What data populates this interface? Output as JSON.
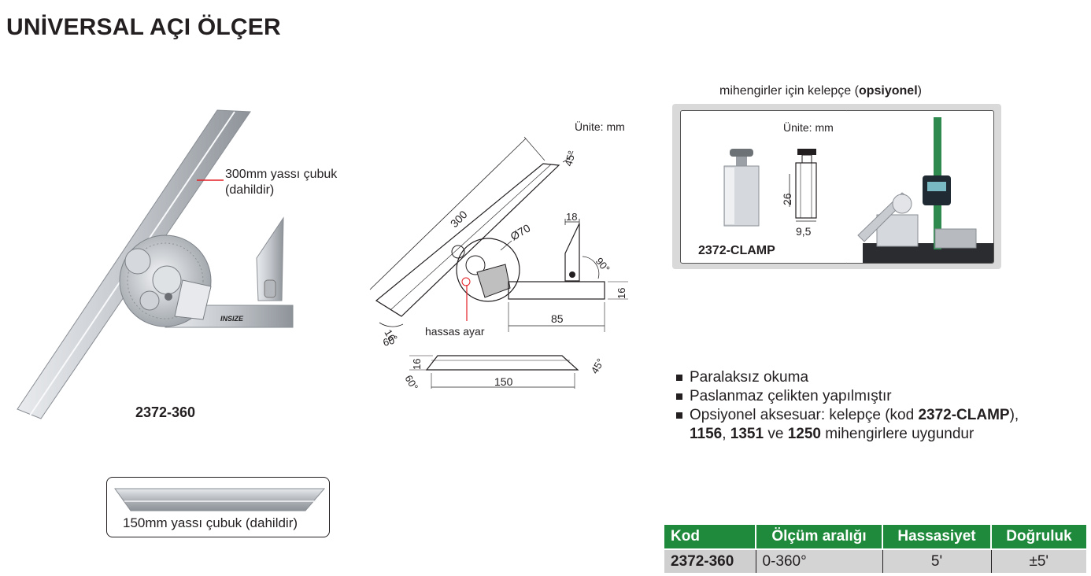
{
  "title": "UNİVERSAL AÇI ÖLÇER",
  "product_photo": {
    "bar_label_line1": "300mm yassı çubuk",
    "bar_label_line2": "(dahildir)",
    "brand": "INSIZE",
    "model": "2372-360"
  },
  "drawing": {
    "unit": "Ünite: mm",
    "dim_300": "300",
    "dim_dia": "Ø70",
    "dim_18": "18",
    "dim_16_right": "16",
    "dim_85": "85",
    "dim_16_left": "16",
    "angle_45_top": "45°",
    "angle_90": "90°",
    "angle_60_left": "60°",
    "fine_adjust_label": "hassas ayar",
    "bottom_dim_16": "16",
    "bottom_dim_150": "150",
    "bottom_angle_60": "60°",
    "bottom_angle_45": "45°"
  },
  "clamp": {
    "caption_prefix": "mihengirler için kelepçe (",
    "caption_bold": "opsiyonel",
    "caption_suffix": ")",
    "unit": "Ünite: mm",
    "dim_26": "26",
    "dim_9_5": "9,5",
    "model": "2372-CLAMP"
  },
  "features": {
    "f1": "Paralaksız okuma",
    "f2": "Paslanmaz çelikten yapılmıştır",
    "f3_prefix": "Opsiyonel aksesuar: kelepçe (kod ",
    "f3_bold": "2372-CLAMP",
    "f3_suffix": "),",
    "f4_a": "1156",
    "f4_sep1": ", ",
    "f4_b": "1351",
    "f4_sep2": " ve ",
    "f4_c": "1250",
    "f4_suffix": " mihengirlere uygundur"
  },
  "bar150": {
    "label": "150mm yassı çubuk (dahildir)"
  },
  "table": {
    "headers": [
      "Kod",
      "Ölçüm aralığı",
      "Hassasiyet",
      "Doğruluk"
    ],
    "rows": [
      [
        "2372-360",
        "0-360°",
        "5'",
        "±5'"
      ]
    ]
  },
  "colors": {
    "header_green": "#1f8a3c",
    "leader_red": "#e31e24",
    "steel": "#c8cbd0"
  }
}
